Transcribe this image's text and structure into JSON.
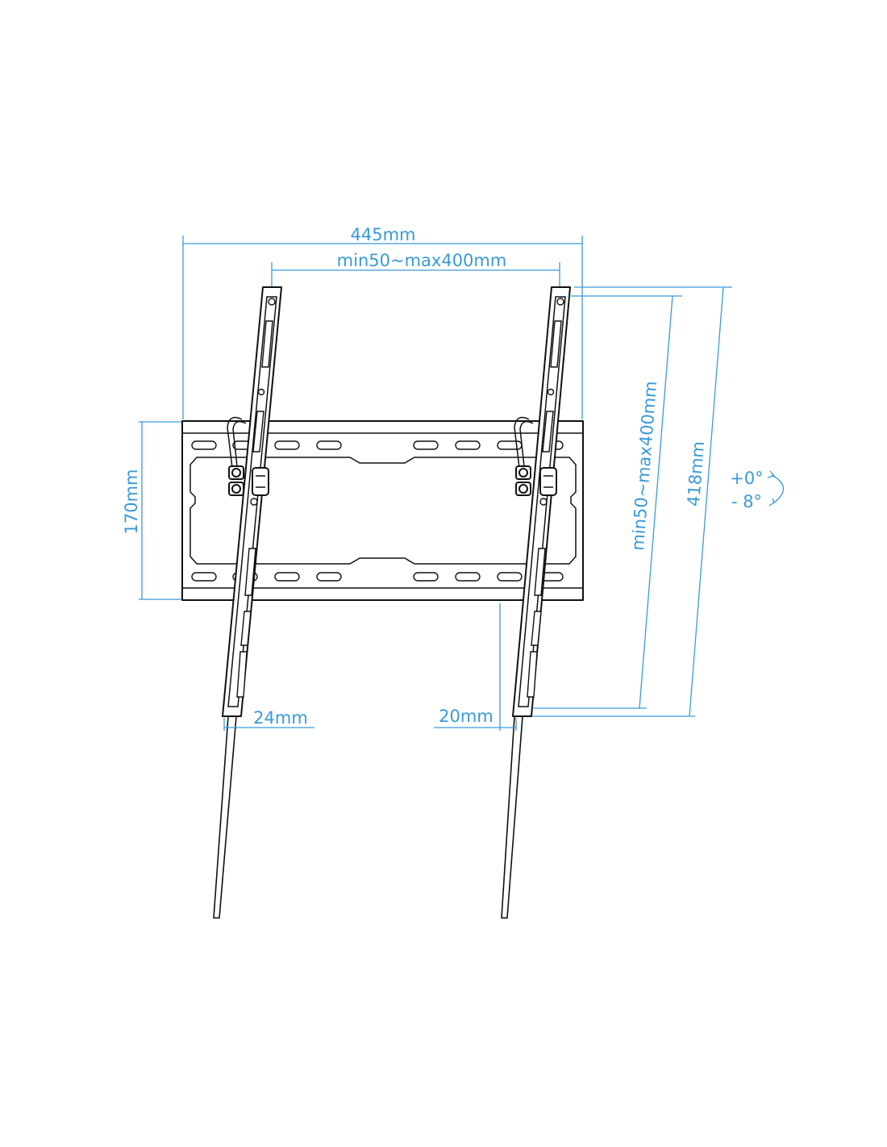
{
  "dimensions": {
    "overall_width": "445mm",
    "vesa_horizontal": "min50~max400mm",
    "plate_height": "170mm",
    "vesa_vertical": "min50~max400mm",
    "overall_height": "418mm",
    "left_offset": "24mm",
    "right_offset": "20mm"
  },
  "tilt": {
    "max_up": "+0°",
    "max_down": "- 8°"
  },
  "colors": {
    "dimension": "#3a9ad9",
    "outline": "#111111"
  }
}
